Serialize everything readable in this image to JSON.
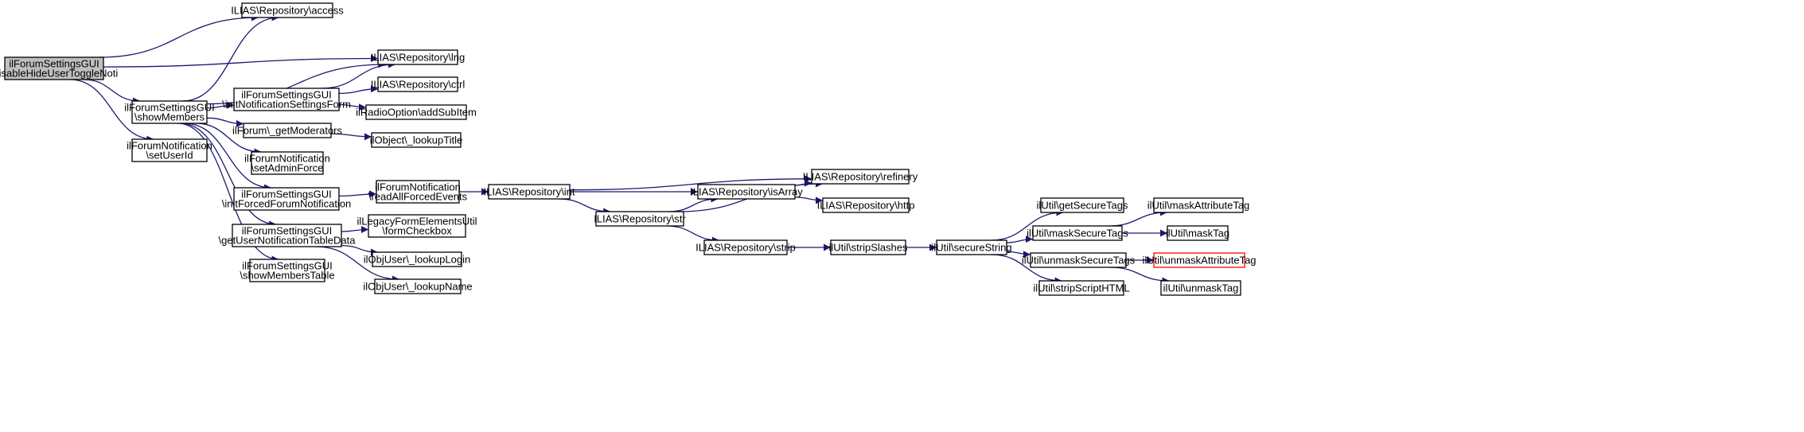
{
  "diagram": {
    "edge_color": "#191970",
    "root_fill": "#bfbfbf",
    "nodes": [
      {
        "id": "root",
        "lines": [
          "ilForumSettingsGUI",
          "\\disableHideUserToggleNoti"
        ],
        "root": true
      },
      {
        "id": "access",
        "lines": [
          "ILIAS\\Repository\\access"
        ]
      },
      {
        "id": "lng",
        "lines": [
          "ILIAS\\Repository\\lng"
        ]
      },
      {
        "id": "showMembers",
        "lines": [
          "ilForumSettingsGUI",
          "\\showMembers"
        ]
      },
      {
        "id": "setUserId",
        "lines": [
          "ilForumNotification",
          "\\setUserId"
        ]
      },
      {
        "id": "initNotif",
        "lines": [
          "ilForumSettingsGUI",
          "\\initNotificationSettingsForm"
        ]
      },
      {
        "id": "ctrl",
        "lines": [
          "ILIAS\\Repository\\ctrl"
        ]
      },
      {
        "id": "addSubItem",
        "lines": [
          "ilRadioOption\\addSubItem"
        ]
      },
      {
        "id": "getModerators",
        "lines": [
          "ilForum\\_getModerators"
        ]
      },
      {
        "id": "lookupTitle",
        "lines": [
          "ilObject\\_lookupTitle"
        ]
      },
      {
        "id": "setAdminForce",
        "lines": [
          "ilForumNotification",
          "\\setAdminForce"
        ]
      },
      {
        "id": "initForced",
        "lines": [
          "ilForumSettingsGUI",
          "\\initForcedForumNotification"
        ]
      },
      {
        "id": "readAll",
        "lines": [
          "ilForumNotification",
          "\\readAllForcedEvents"
        ]
      },
      {
        "id": "int",
        "lines": [
          "ILIAS\\Repository\\int"
        ]
      },
      {
        "id": "refinery",
        "lines": [
          "ILIAS\\Repository\\refinery"
        ]
      },
      {
        "id": "isArray",
        "lines": [
          "ILIAS\\Repository\\isArray"
        ]
      },
      {
        "id": "http",
        "lines": [
          "ILIAS\\Repository\\http"
        ]
      },
      {
        "id": "str",
        "lines": [
          "ILIAS\\Repository\\str"
        ]
      },
      {
        "id": "getUserNotif",
        "lines": [
          "ilForumSettingsGUI",
          "\\getUserNotificationTableData"
        ]
      },
      {
        "id": "formCheckbox",
        "lines": [
          "ilLegacyFormElementsUtil",
          "\\formCheckbox"
        ]
      },
      {
        "id": "lookupLogin",
        "lines": [
          "ilObjUser\\_lookupLogin"
        ]
      },
      {
        "id": "showMembersTable",
        "lines": [
          "ilForumSettingsGUI",
          "\\showMembersTable"
        ]
      },
      {
        "id": "lookupName",
        "lines": [
          "ilObjUser\\_lookupName"
        ]
      },
      {
        "id": "strip",
        "lines": [
          "ILIAS\\Repository\\strip"
        ]
      },
      {
        "id": "stripSlashes",
        "lines": [
          "ilUtil\\stripSlashes"
        ]
      },
      {
        "id": "secureString",
        "lines": [
          "ilUtil\\secureString"
        ]
      },
      {
        "id": "getSecureTags",
        "lines": [
          "ilUtil\\getSecureTags"
        ]
      },
      {
        "id": "maskSecureTags",
        "lines": [
          "ilUtil\\maskSecureTags"
        ]
      },
      {
        "id": "unmaskSecureTags",
        "lines": [
          "ilUtil\\unmaskSecureTags"
        ]
      },
      {
        "id": "stripScriptHTML",
        "lines": [
          "ilUtil\\stripScriptHTML"
        ]
      },
      {
        "id": "maskAttributeTag",
        "lines": [
          "ilUtil\\maskAttributeTag"
        ]
      },
      {
        "id": "maskTag",
        "lines": [
          "ilUtil\\maskTag"
        ]
      },
      {
        "id": "unmaskAttributeTag",
        "lines": [
          "ilUtil\\unmaskAttributeTag"
        ],
        "bad": true
      },
      {
        "id": "unmaskTag",
        "lines": [
          "ilUtil\\unmaskTag"
        ]
      }
    ],
    "edges": [
      [
        "root",
        "access"
      ],
      [
        "root",
        "lng"
      ],
      [
        "root",
        "showMembers"
      ],
      [
        "root",
        "setUserId"
      ],
      [
        "showMembers",
        "access"
      ],
      [
        "showMembers",
        "lng"
      ],
      [
        "showMembers",
        "initNotif"
      ],
      [
        "showMembers",
        "getModerators"
      ],
      [
        "showMembers",
        "setAdminForce"
      ],
      [
        "showMembers",
        "initForced"
      ],
      [
        "showMembers",
        "getUserNotif"
      ],
      [
        "showMembers",
        "showMembersTable"
      ],
      [
        "initNotif",
        "lng"
      ],
      [
        "initNotif",
        "ctrl"
      ],
      [
        "initNotif",
        "addSubItem"
      ],
      [
        "getModerators",
        "lookupTitle"
      ],
      [
        "initForced",
        "readAll"
      ],
      [
        "readAll",
        "int"
      ],
      [
        "int",
        "refinery"
      ],
      [
        "int",
        "isArray"
      ],
      [
        "int",
        "str"
      ],
      [
        "isArray",
        "refinery"
      ],
      [
        "isArray",
        "http"
      ],
      [
        "str",
        "refinery"
      ],
      [
        "str",
        "isArray"
      ],
      [
        "str",
        "strip"
      ],
      [
        "getUserNotif",
        "formCheckbox"
      ],
      [
        "getUserNotif",
        "lookupLogin"
      ],
      [
        "getUserNotif",
        "lookupName"
      ],
      [
        "strip",
        "stripSlashes"
      ],
      [
        "stripSlashes",
        "secureString"
      ],
      [
        "secureString",
        "getSecureTags"
      ],
      [
        "secureString",
        "maskSecureTags"
      ],
      [
        "secureString",
        "unmaskSecureTags"
      ],
      [
        "secureString",
        "stripScriptHTML"
      ],
      [
        "maskSecureTags",
        "maskAttributeTag"
      ],
      [
        "maskSecureTags",
        "maskTag"
      ],
      [
        "unmaskSecureTags",
        "unmaskAttributeTag"
      ],
      [
        "unmaskSecureTags",
        "unmaskTag"
      ]
    ]
  }
}
